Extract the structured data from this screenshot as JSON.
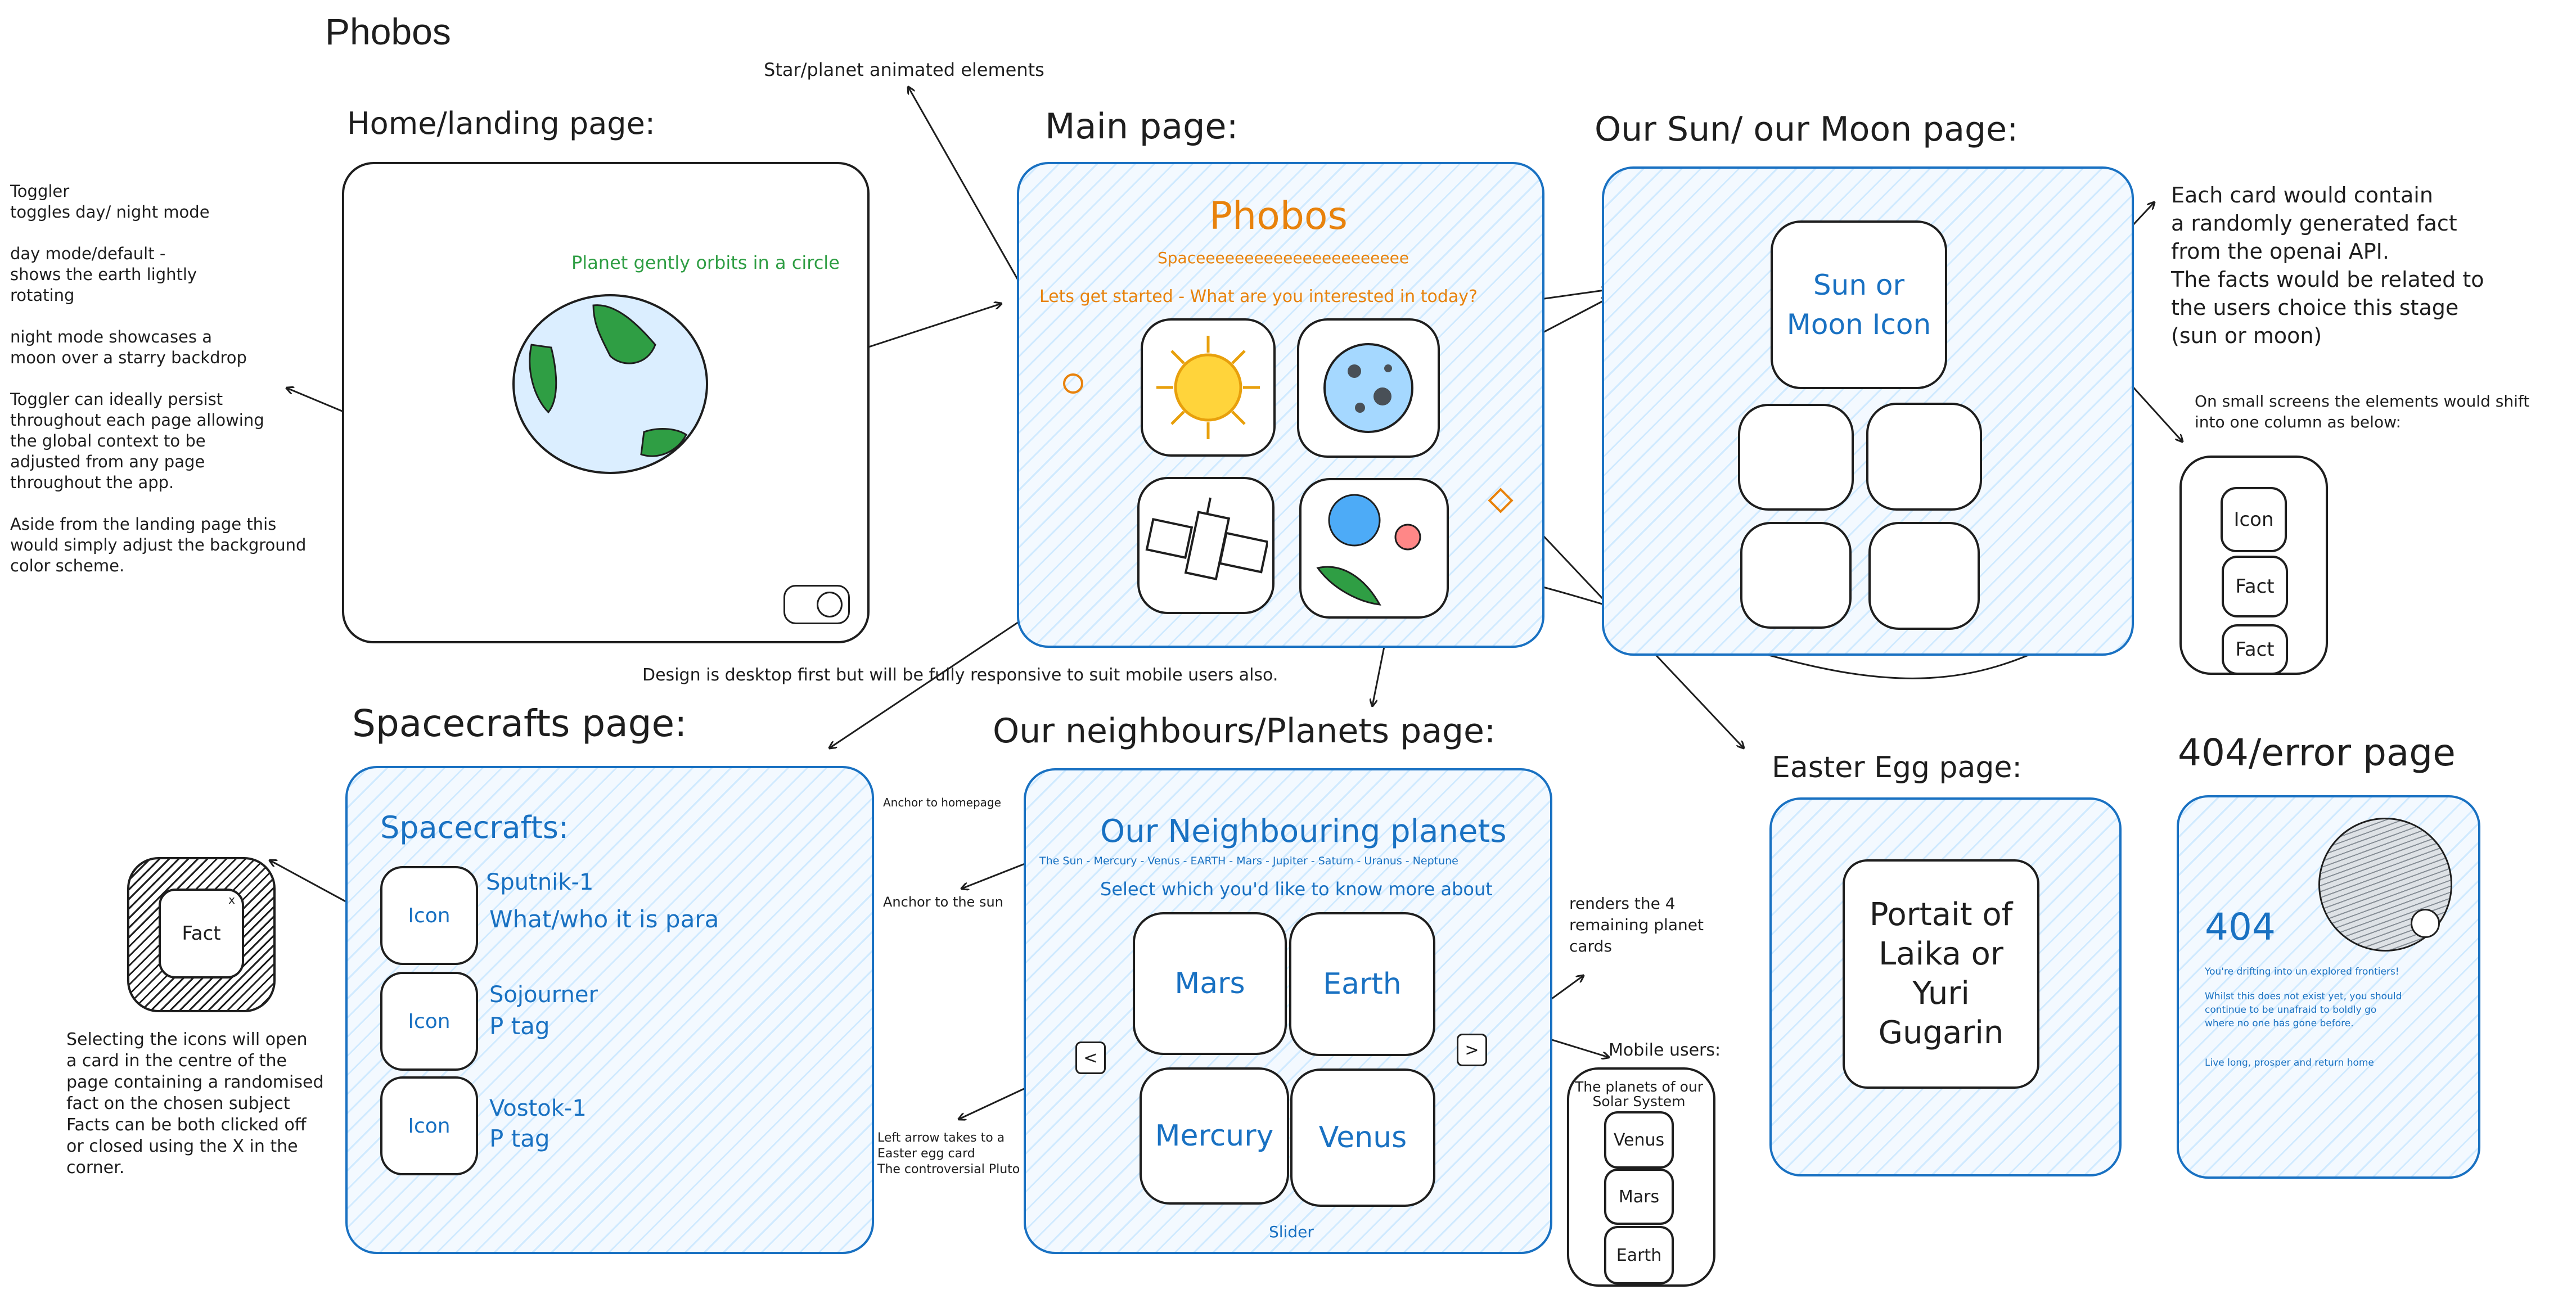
{
  "title": "Phobos",
  "sections": {
    "home": "Home/landing page:",
    "main": "Main page:",
    "sun_moon": "Our Sun/ our Moon page:",
    "spacecrafts": "Spacecrafts page:",
    "neighbours": "Our neighbours/Planets page:",
    "easter": "Easter Egg page:",
    "error": "404/error page"
  },
  "notes": {
    "star_planet": "Star/planet animated elements",
    "toggler": "Toggler\ntoggles day/ night mode\n\nday mode/default -\nshows the earth lightly\nrotating\n\nnight mode showcases a\nmoon over a starry backdrop\n\nToggler can ideally persist\nthroughout each page allowing\nthe global context to be\nadjusted from any page\nthroughout the app.\n\nAside from the landing page this\nwould simply adjust the background\ncolor scheme.",
    "orbit": "Planet gently orbits in a circle",
    "card_fact": "Each card would contain\na randomly generated fact\nfrom the openai API.\nThe facts would be related to\nthe users choice this stage\n(sun or moon)",
    "small_screens": "On small screens the elements would shift\ninto one column as below:",
    "desktop_first": "Design is desktop first but will be fully responsive to suit mobile users also.",
    "selecting_icons": "Selecting the icons will open\na card in the centre of the\npage containing a randomised\nfact on the chosen subject\nFacts can be both clicked off\nor closed using the X in the\ncorner.",
    "anchor_home": "Anchor to homepage",
    "anchor_sun": "Anchor to the sun",
    "left_arrow": "Left arrow takes to a\nEaster egg card\nThe controversial Pluto",
    "renders_four": "renders the 4\nremaining planet\ncards",
    "mobile_users": "Mobile users:"
  },
  "main_page": {
    "heading": "Phobos",
    "subheading": "Spaceeeeeeeeeeeeeeeeeeeeee",
    "prompt": "Lets get started - What are you interested in today?"
  },
  "sun_moon_page": {
    "icon_label": "Sun or\nMoon Icon"
  },
  "mobile_column": {
    "items": [
      "Icon",
      "Fact",
      "Fact"
    ]
  },
  "spacecrafts_page": {
    "heading": "Spacecrafts:",
    "rows": [
      {
        "icon": "Icon",
        "name": "Sputnik-1",
        "desc": "What/who it is para"
      },
      {
        "icon": "Icon",
        "name": "Sojourner",
        "desc": "P tag"
      },
      {
        "icon": "Icon",
        "name": "Vostok-1",
        "desc": "P tag"
      }
    ]
  },
  "fact_popup": {
    "label": "Fact",
    "close": "x"
  },
  "neighbours_page": {
    "heading": "Our Neighbouring planets",
    "nav": "The Sun - Mercury - Venus - EARTH - Mars - Jupiter - Saturn - Uranus - Neptune",
    "prompt": "Select which you'd like to know more about",
    "planets": [
      "Mars",
      "Earth",
      "Mercury",
      "Venus"
    ],
    "prev": "<",
    "next": ">",
    "slider": "Slider"
  },
  "mobile_planets": {
    "title": "The planets of our\nSolar System",
    "items": [
      "Venus",
      "Mars",
      "Earth"
    ]
  },
  "easter_page": {
    "text": "Portait of\nLaika or\nYuri\nGugarin"
  },
  "error_page": {
    "code": "404",
    "line1": "You're drifting into un explored frontiers!",
    "line2": "Whilst this does not exist yet, you should\ncontinue to be unafraid to boldly go\nwhere no one has gone before.",
    "line3": "Live long, prosper and return home"
  },
  "colors": {
    "blue": "#1971c2",
    "orange": "#e8820c",
    "green": "#2f9e44",
    "panel_fill": "#a5d8ff"
  }
}
